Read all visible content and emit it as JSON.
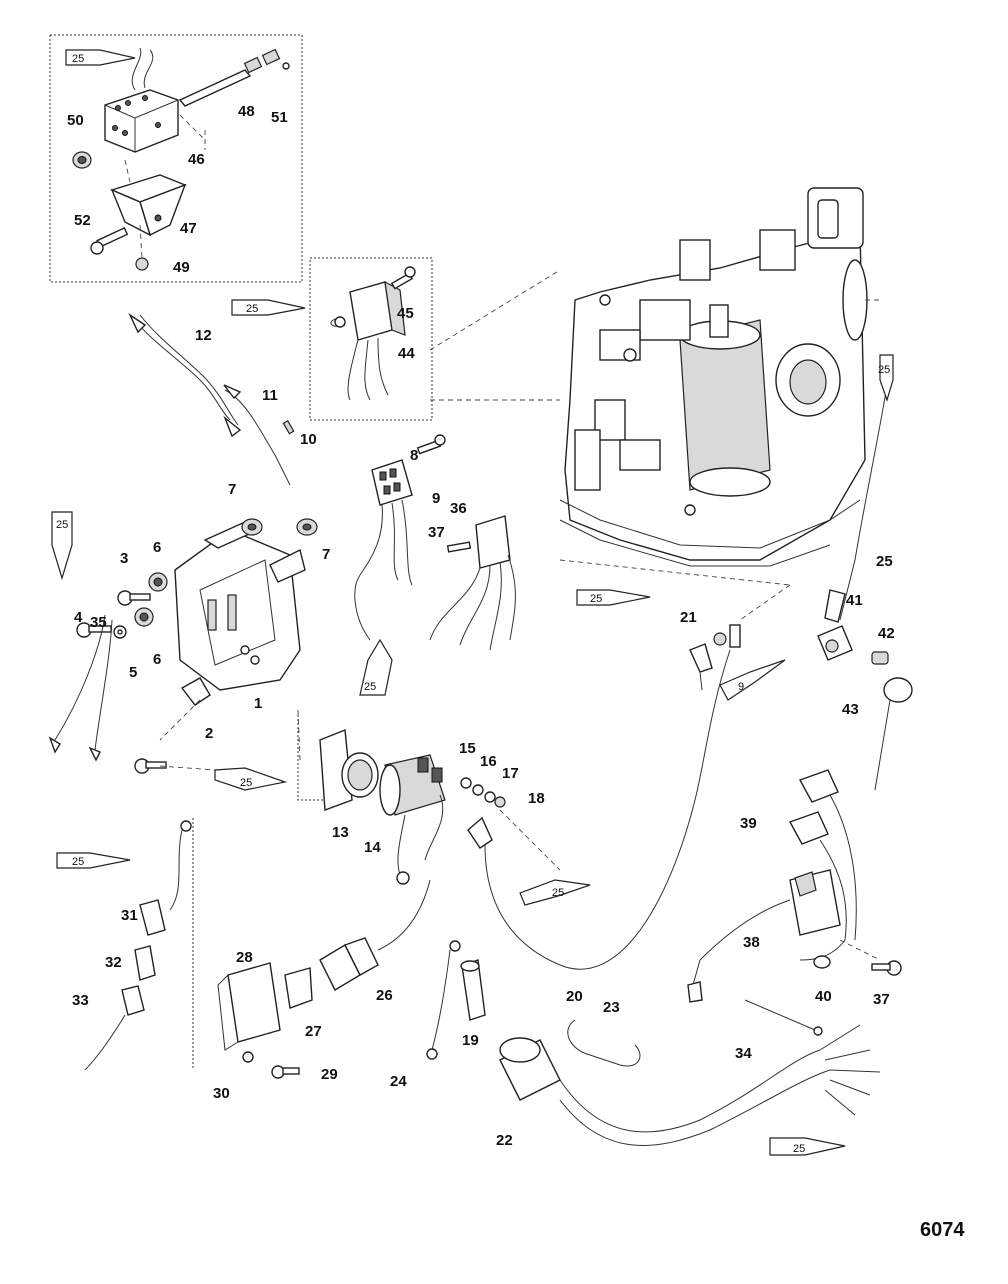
{
  "figure_number": "6074",
  "sealant_callout": "25",
  "sealant_callout_alt": "9",
  "part_labels": [
    {
      "id": "p1",
      "text": "1"
    },
    {
      "id": "p2",
      "text": "2"
    },
    {
      "id": "p3",
      "text": "3"
    },
    {
      "id": "p4",
      "text": "4"
    },
    {
      "id": "p5",
      "text": "5"
    },
    {
      "id": "p6a",
      "text": "6"
    },
    {
      "id": "p6b",
      "text": "6"
    },
    {
      "id": "p7a",
      "text": "7"
    },
    {
      "id": "p7b",
      "text": "7"
    },
    {
      "id": "p8",
      "text": "8"
    },
    {
      "id": "p9",
      "text": "9"
    },
    {
      "id": "p10",
      "text": "10"
    },
    {
      "id": "p11",
      "text": "11"
    },
    {
      "id": "p12",
      "text": "12"
    },
    {
      "id": "p13",
      "text": "13"
    },
    {
      "id": "p14",
      "text": "14"
    },
    {
      "id": "p15",
      "text": "15"
    },
    {
      "id": "p16",
      "text": "16"
    },
    {
      "id": "p17",
      "text": "17"
    },
    {
      "id": "p18",
      "text": "18"
    },
    {
      "id": "p19",
      "text": "19"
    },
    {
      "id": "p20",
      "text": "20"
    },
    {
      "id": "p21",
      "text": "21"
    },
    {
      "id": "p22",
      "text": "22"
    },
    {
      "id": "p23",
      "text": "23"
    },
    {
      "id": "p24",
      "text": "24"
    },
    {
      "id": "p25",
      "text": "25"
    },
    {
      "id": "p26",
      "text": "26"
    },
    {
      "id": "p27",
      "text": "27"
    },
    {
      "id": "p28",
      "text": "28"
    },
    {
      "id": "p29",
      "text": "29"
    },
    {
      "id": "p30",
      "text": "30"
    },
    {
      "id": "p31",
      "text": "31"
    },
    {
      "id": "p32",
      "text": "32"
    },
    {
      "id": "p33",
      "text": "33"
    },
    {
      "id": "p34",
      "text": "34"
    },
    {
      "id": "p35",
      "text": "35"
    },
    {
      "id": "p36",
      "text": "36"
    },
    {
      "id": "p37a",
      "text": "37"
    },
    {
      "id": "p37b",
      "text": "37"
    },
    {
      "id": "p38",
      "text": "38"
    },
    {
      "id": "p39",
      "text": "39"
    },
    {
      "id": "p40",
      "text": "40"
    },
    {
      "id": "p41",
      "text": "41"
    },
    {
      "id": "p42",
      "text": "42"
    },
    {
      "id": "p43",
      "text": "43"
    },
    {
      "id": "p44",
      "text": "44"
    },
    {
      "id": "p45",
      "text": "45"
    },
    {
      "id": "p46",
      "text": "46"
    },
    {
      "id": "p47",
      "text": "47"
    },
    {
      "id": "p48",
      "text": "48"
    },
    {
      "id": "p49",
      "text": "49"
    },
    {
      "id": "p50",
      "text": "50"
    },
    {
      "id": "p51",
      "text": "51"
    },
    {
      "id": "p52",
      "text": "52"
    }
  ]
}
